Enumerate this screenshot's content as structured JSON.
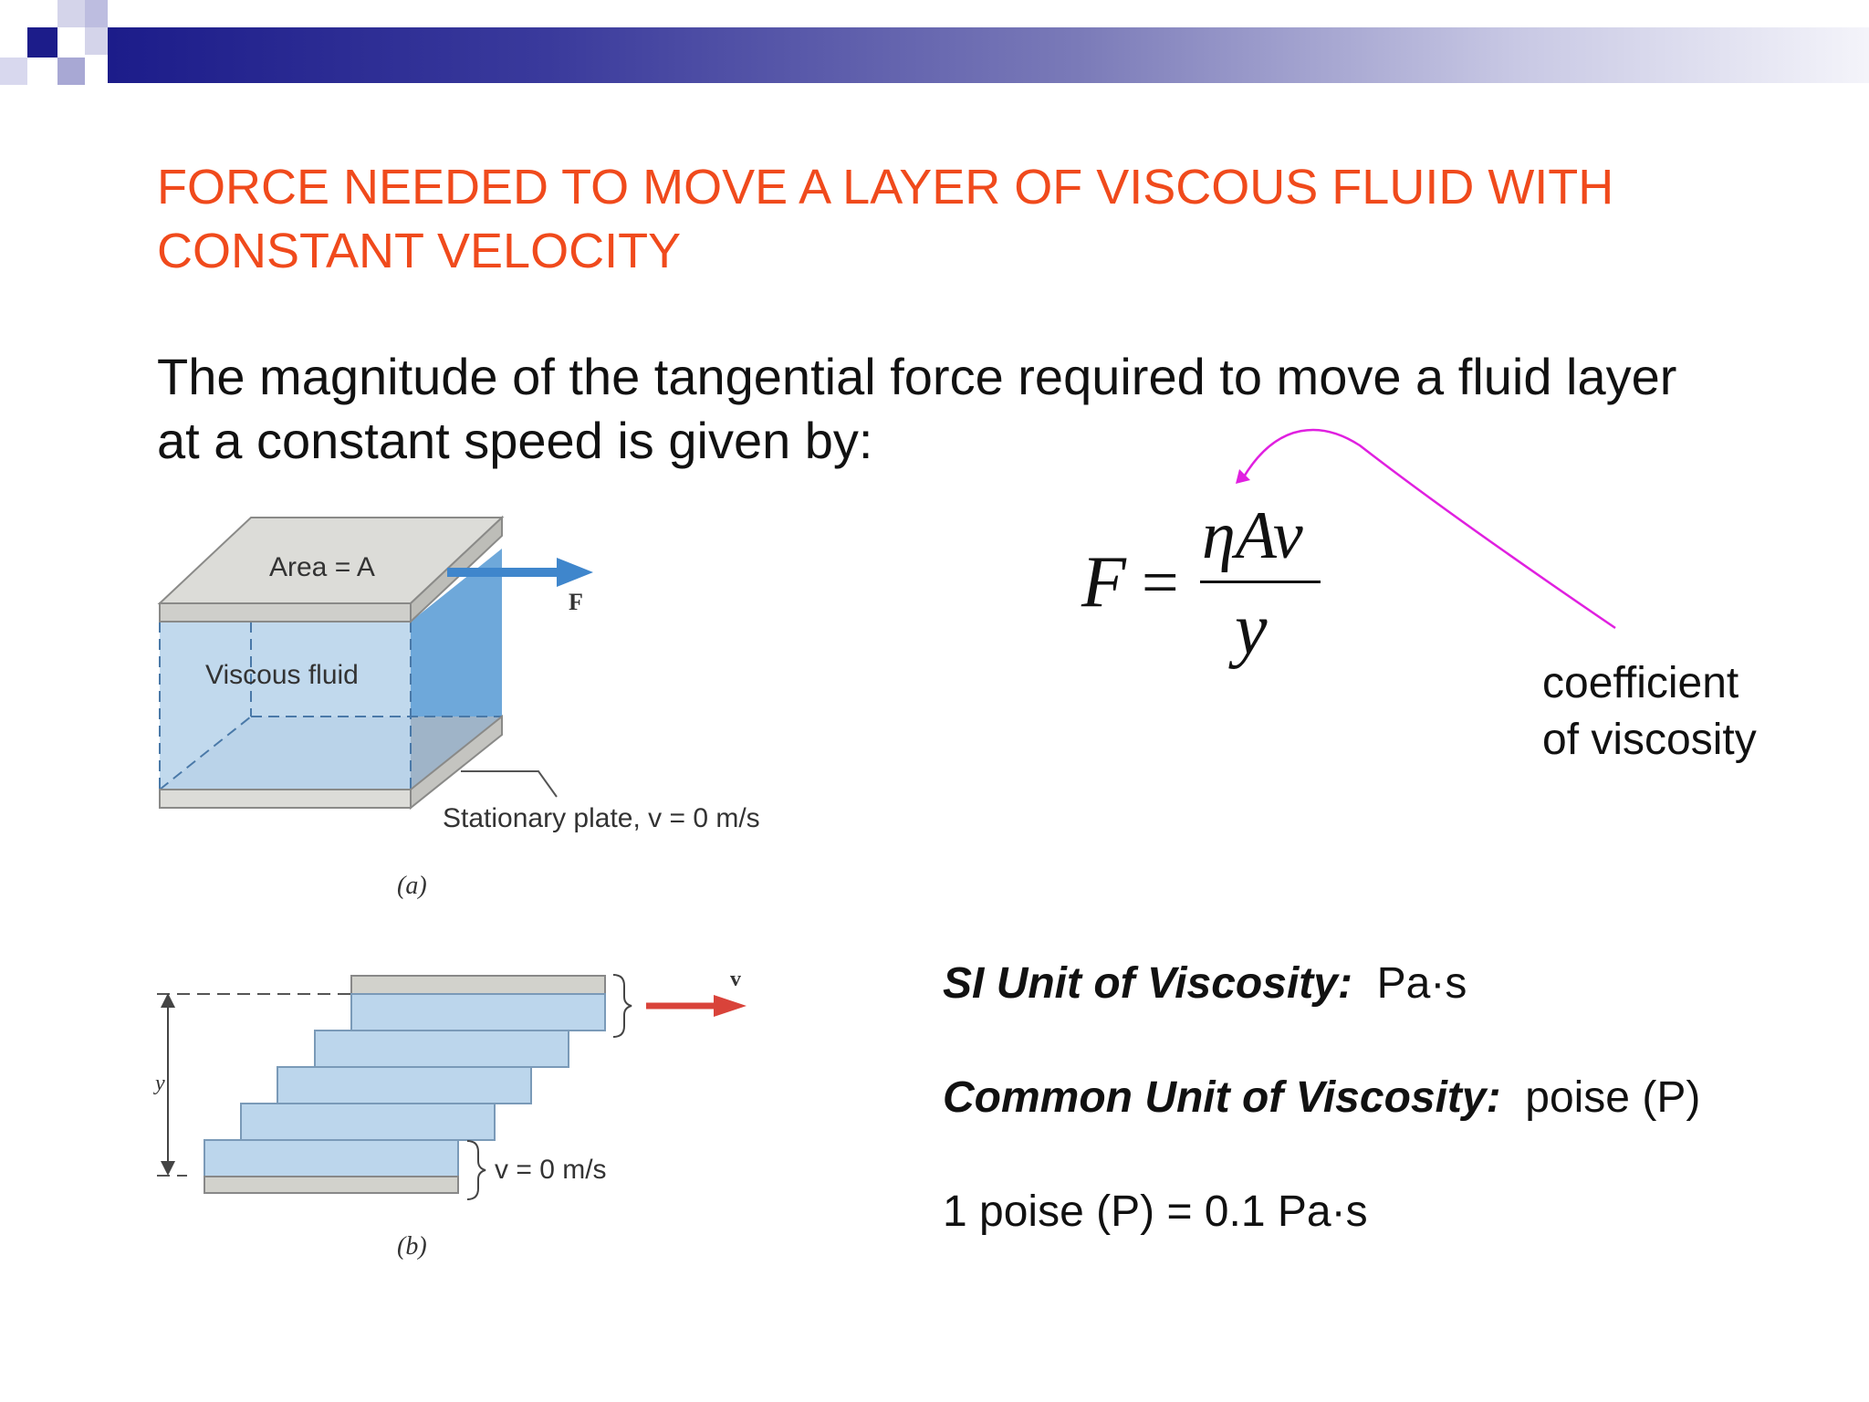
{
  "title": "FORCE NEEDED TO MOVE A LAYER OF VISCOUS FLUID WITH CONSTANT VELOCITY",
  "intro": "The magnitude of the tangential force required to move a fluid layer at a constant speed is given by:",
  "formula": {
    "lhs": "F",
    "equals": "=",
    "numerator": "ηAv",
    "denominator": "y"
  },
  "annotation": {
    "line1": "coefficient",
    "line2": "of viscosity",
    "arrow_color": "#e020e0"
  },
  "figure_a": {
    "area_label": "Area = A",
    "force_label": "F",
    "fluid_label": "Viscous fluid",
    "plate_label": "Stationary plate, v = 0 m/s",
    "caption": "(a)"
  },
  "figure_b": {
    "velocity_label": "v",
    "y_label": "y",
    "bottom_label": "v = 0 m/s",
    "caption": "(b)"
  },
  "units": {
    "si_label": "SI Unit of Viscosity:",
    "si_value": "Pa·s",
    "common_label": "Common Unit of Viscosity:",
    "common_value": "poise (P)",
    "conversion": "1 poise (P) = 0.1 Pa·s"
  },
  "colors": {
    "title": "#f04a1c",
    "header_dark": "#1c1c8a",
    "fluid": "#bcd6ec",
    "arrow_blue": "#3f86cc",
    "arrow_red": "#d9433a"
  }
}
